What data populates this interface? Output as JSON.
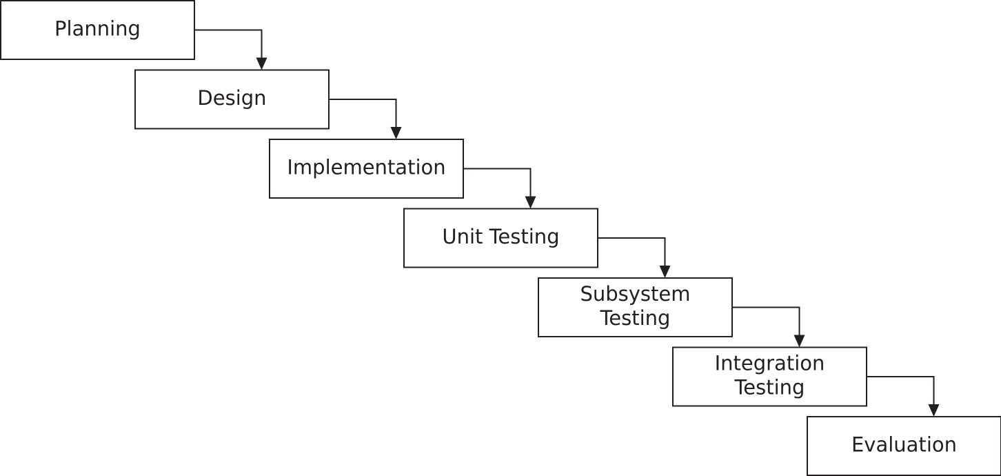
{
  "diagram": {
    "type": "waterfall-process",
    "stroke_color": "#231f20",
    "background_color": "#ffffff",
    "stages": [
      {
        "id": "planning",
        "lines": [
          "Planning"
        ]
      },
      {
        "id": "design",
        "lines": [
          "Design"
        ]
      },
      {
        "id": "implementation",
        "lines": [
          "Implementation"
        ]
      },
      {
        "id": "unit-testing",
        "lines": [
          "Unit Testing"
        ]
      },
      {
        "id": "subsystem-testing",
        "lines": [
          "Subsystem",
          "Testing"
        ]
      },
      {
        "id": "integration-testing",
        "lines": [
          "Integration",
          "Testing"
        ]
      },
      {
        "id": "evaluation",
        "lines": [
          "Evaluation"
        ]
      }
    ],
    "connections": [
      {
        "from": "planning",
        "to": "design"
      },
      {
        "from": "design",
        "to": "implementation"
      },
      {
        "from": "implementation",
        "to": "unit-testing"
      },
      {
        "from": "unit-testing",
        "to": "subsystem-testing"
      },
      {
        "from": "subsystem-testing",
        "to": "integration-testing"
      },
      {
        "from": "integration-testing",
        "to": "evaluation"
      }
    ]
  }
}
